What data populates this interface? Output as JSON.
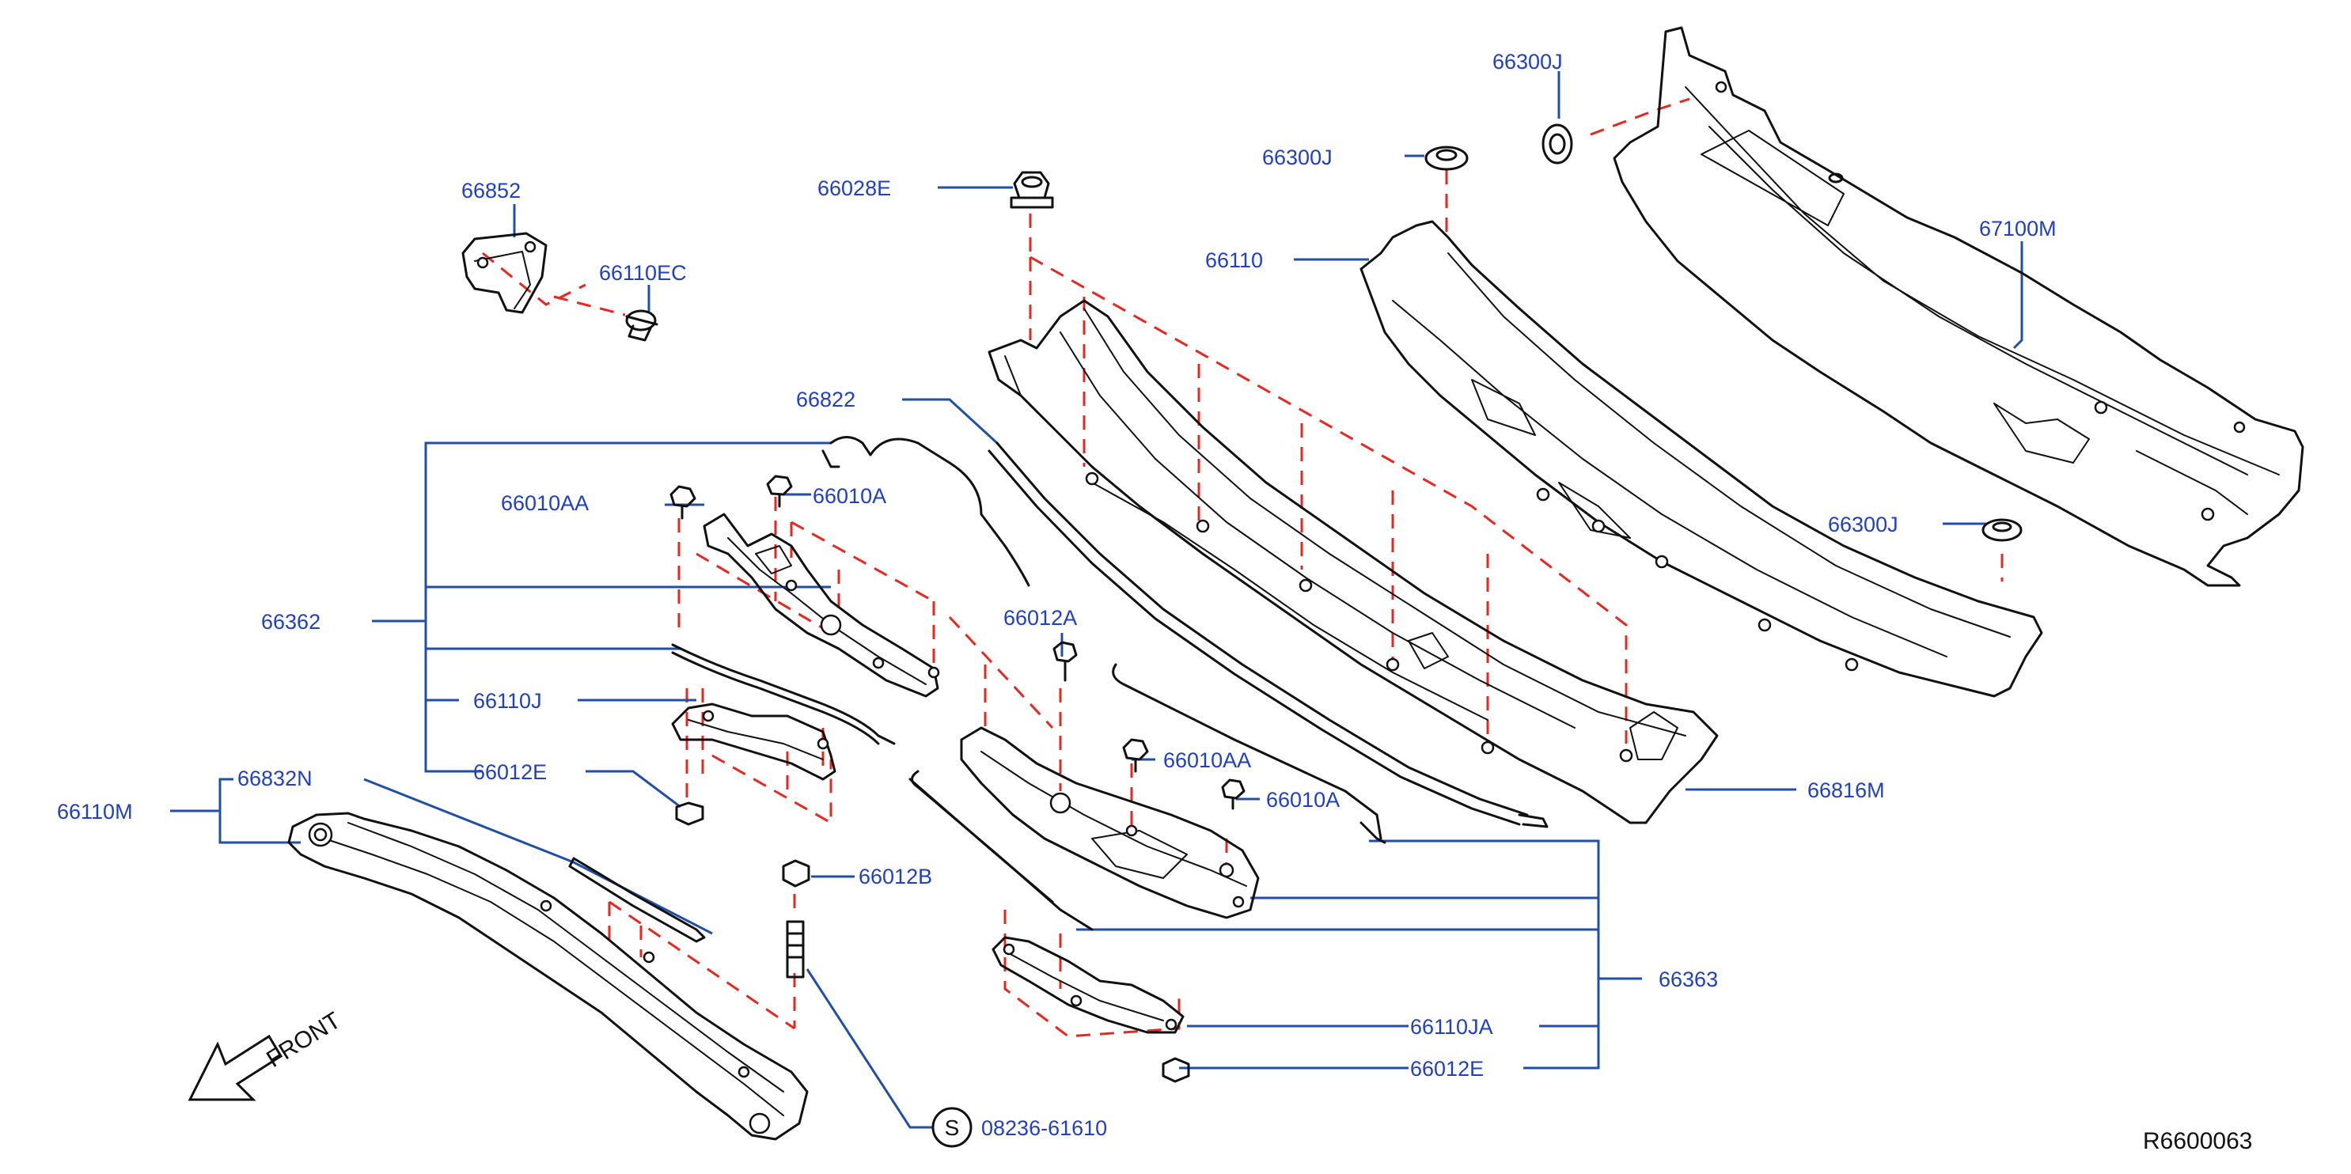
{
  "diagram": {
    "reference_code": "R6600063",
    "front_label": "FRONT",
    "service_symbol": "S",
    "colors": {
      "label": "#1f3fc4",
      "leader": "#1f4fa8",
      "dashed": "#e8271f",
      "part": "#111111",
      "background": "#ffffff"
    },
    "labels": {
      "p66852": "66852",
      "p66110EC": "66110EC",
      "p66028E": "66028E",
      "p66300J_a": "66300J",
      "p66300J_b": "66300J",
      "p66300J_c": "66300J",
      "p66110": "66110",
      "p67100M": "67100M",
      "p66822": "66822",
      "p66010AA_a": "66010AA",
      "p66010A_a": "66010A",
      "p66362": "66362",
      "p66012A": "66012A",
      "p66110J": "66110J",
      "p66012E_a": "66012E",
      "p66010AA_b": "66010AA",
      "p66010A_b": "66010A",
      "p66816M": "66816M",
      "p66110M": "66110M",
      "p66832N": "66832N",
      "p66012B": "66012B",
      "p66363": "66363",
      "p66110JA": "66110JA",
      "p66012E_b": "66012E",
      "p08236": "08236-61610"
    }
  }
}
